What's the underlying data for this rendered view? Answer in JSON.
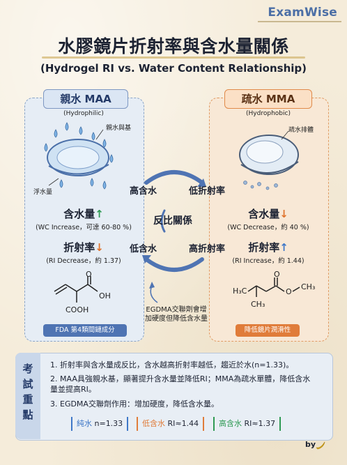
{
  "brand": "ExamWise",
  "title": "水膠鏡片折射率與含水量關係",
  "subtitle": "(Hydrogel RI vs. Water Content Relationship)",
  "left_panel": {
    "title": "親水 MAA",
    "subtitle": "(Hydrophilic)",
    "group_label": "親水與基",
    "float_label": "浮水量",
    "wc_label": "含水量",
    "wc_arrow": "↑",
    "wc_note": "(WC Increase，可達 60-80 %)",
    "ri_label": "折射率",
    "ri_arrow": "↓",
    "ri_note": "(RI Decrease，約 1.37)",
    "struct_o": "O",
    "struct_oh": "OH",
    "struct_cooh": "COOH",
    "tag": "FDA 第4類間鏈成分"
  },
  "right_panel": {
    "title": "疏水 MMA",
    "subtitle": "(Hydrophobic)",
    "group_label": "疏水排體",
    "wc_label": "含水量",
    "wc_arrow": "↓",
    "wc_note": "(WC Decrease，約 40 %)",
    "ri_label": "折射率",
    "ri_arrow": "↑",
    "ri_note": "(RI Increase，約 1.44)",
    "struct_h3c": "H₃C",
    "struct_o_top": "O",
    "struct_o": "O",
    "struct_ch3_right": "CH₃",
    "struct_ch3_bottom": "CH₃",
    "tag": "降低鏡片潤滑性"
  },
  "cycle": {
    "top_left": "高含水",
    "top_right": "低折射率",
    "center": "反比關係",
    "bottom_left": "低含水",
    "bottom_right": "高折射率"
  },
  "egdma_note": "EGDMA交聯劑會增加硬度但降低含水量",
  "key_points": {
    "heading": [
      "考",
      "試",
      "重",
      "點"
    ],
    "items": [
      "1. 折射率與含水量成反比，含水越高折射率越低，趨近於水(n=1.33)。",
      "2. MAA具強親水基，顯著提升含水量並降低RI；MMA為疏水單體，降低含水量並提高RI。",
      "3. EGDMA交聯劑作用：增加硬度，降低含水量。"
    ],
    "chips": [
      {
        "key": "純水",
        "value": "n=1.33"
      },
      {
        "key": "低含水",
        "value": "RI≈1.44"
      },
      {
        "key": "高含水",
        "value": "RI≈1.37"
      }
    ]
  },
  "byline": "by",
  "colors": {
    "hydrophilic": "#4f74b3",
    "hydrophobic": "#e07c3a",
    "up": "#2f9a54"
  }
}
